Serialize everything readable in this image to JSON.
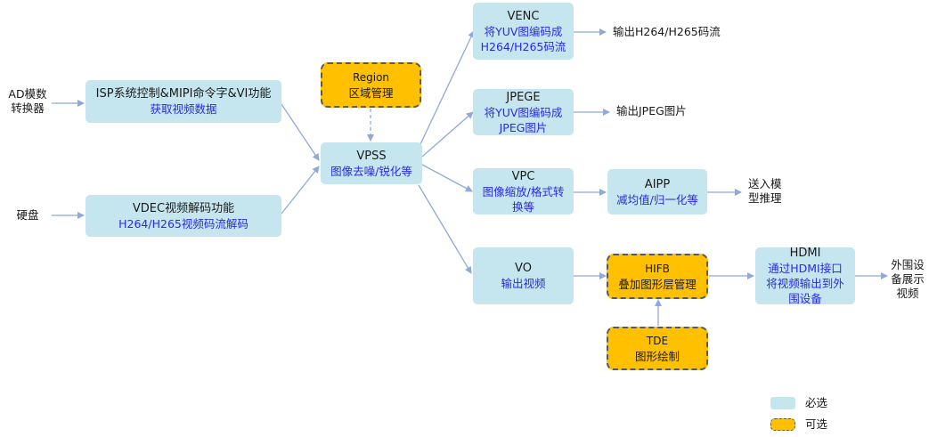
{
  "inputs": {
    "ad": "AD模数\n转换器",
    "disk": "硬盘"
  },
  "nodes": {
    "isp": {
      "title": "ISP系统控制&MIPI命令字&VI功能",
      "desc": "获取视频数据"
    },
    "vdec": {
      "title": "VDEC视频解码功能",
      "desc": "H264/H265视频码流解码"
    },
    "region": {
      "title": "Region",
      "desc": "区域管理"
    },
    "vpss": {
      "title": "VPSS",
      "desc": "图像去噪/锐化等"
    },
    "venc": {
      "title": "VENC",
      "desc": "将YUV图编码成\nH264/H265码流"
    },
    "jpege": {
      "title": "JPEGE",
      "desc": "将YUV图编码成\nJPEG图片"
    },
    "vpc": {
      "title": "VPC",
      "desc": "图像缩放/格式转\n换等"
    },
    "aipp": {
      "title": "AIPP",
      "desc": "减均值/归一化等"
    },
    "vo": {
      "title": "VO",
      "desc": "输出视频"
    },
    "hifb": {
      "title": "HIFB",
      "desc": "叠加图形层管理"
    },
    "tde": {
      "title": "TDE",
      "desc": "图形绘制"
    },
    "hdmi": {
      "title": "HDMI",
      "desc": "通过HDMI接口\n将视频输出到外\n围设备"
    }
  },
  "outputs": {
    "venc_out": "输出H264/H265码流",
    "jpege_out": "输出JPEG图片",
    "aipp_out": "送入模\n型推理",
    "hdmi_out": "外围设\n备展示\n视频"
  },
  "legend": {
    "required": "必选",
    "optional": "可选"
  },
  "colors": {
    "required_fill": "#c5e6ee",
    "optional_fill": "#ffc000",
    "desc_text": "#2a2ae6",
    "arrow": "#8ea9db"
  }
}
